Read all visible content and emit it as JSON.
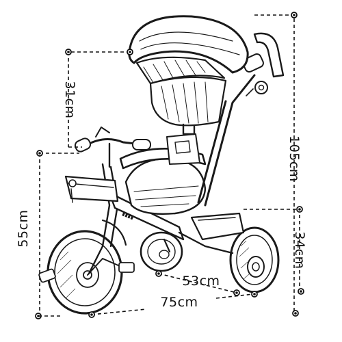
{
  "figure": {
    "subject": "tricycle-with-canopy",
    "ink_color": "#1a1a1a",
    "background": "#ffffff"
  },
  "dimensions": {
    "canopy_height": {
      "label": "31cm"
    },
    "total_height": {
      "label": "105cm"
    },
    "seat_height": {
      "label": "55cm"
    },
    "rear_height": {
      "label": "34cm"
    },
    "rear_axle_width": {
      "label": "53cm"
    },
    "total_length": {
      "label": "75cm"
    }
  }
}
